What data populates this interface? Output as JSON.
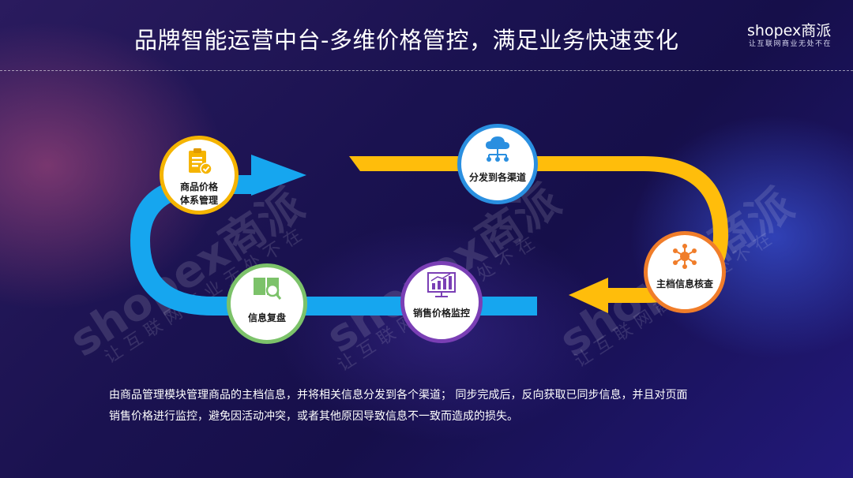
{
  "header": {
    "title": "品牌智能运营中台-多维价格管控，满足业务快速变化",
    "logo_main": "shopex商派",
    "logo_sub": "让互联网商业无处不在"
  },
  "flow": {
    "nodes": [
      {
        "label_line1": "商品价格",
        "label_line2": "体系管理",
        "icon": "clipboard-check-icon",
        "ring_color": "#f5b400"
      },
      {
        "label_line1": "分发到各渠道",
        "icon": "cloud-network-icon",
        "ring_color": "#2a8fe0"
      },
      {
        "label_line1": "主档信息核查",
        "icon": "hub-network-icon",
        "ring_color": "#f07d2a"
      },
      {
        "label_line1": "销售价格监控",
        "icon": "trend-board-icon",
        "ring_color": "#7a3fb5"
      },
      {
        "label_line1": "信息复盘",
        "icon": "book-search-icon",
        "ring_color": "#7cc26a"
      }
    ],
    "colors": {
      "blue": "#16a6ef",
      "yellow": "#ffbd0b"
    }
  },
  "watermark": {
    "brand": "shopex商派",
    "slogan": "让互联网商业无处不在"
  },
  "description": {
    "line1": "由商品管理模块管理商品的主档信息，并将相关信息分发到各个渠道；  同步完成后，反向获取已同步信息，并且对页面",
    "line2": "销售价格进行监控，避免因活动冲突，或者其他原因导致信息不一致而造成的损失。"
  }
}
